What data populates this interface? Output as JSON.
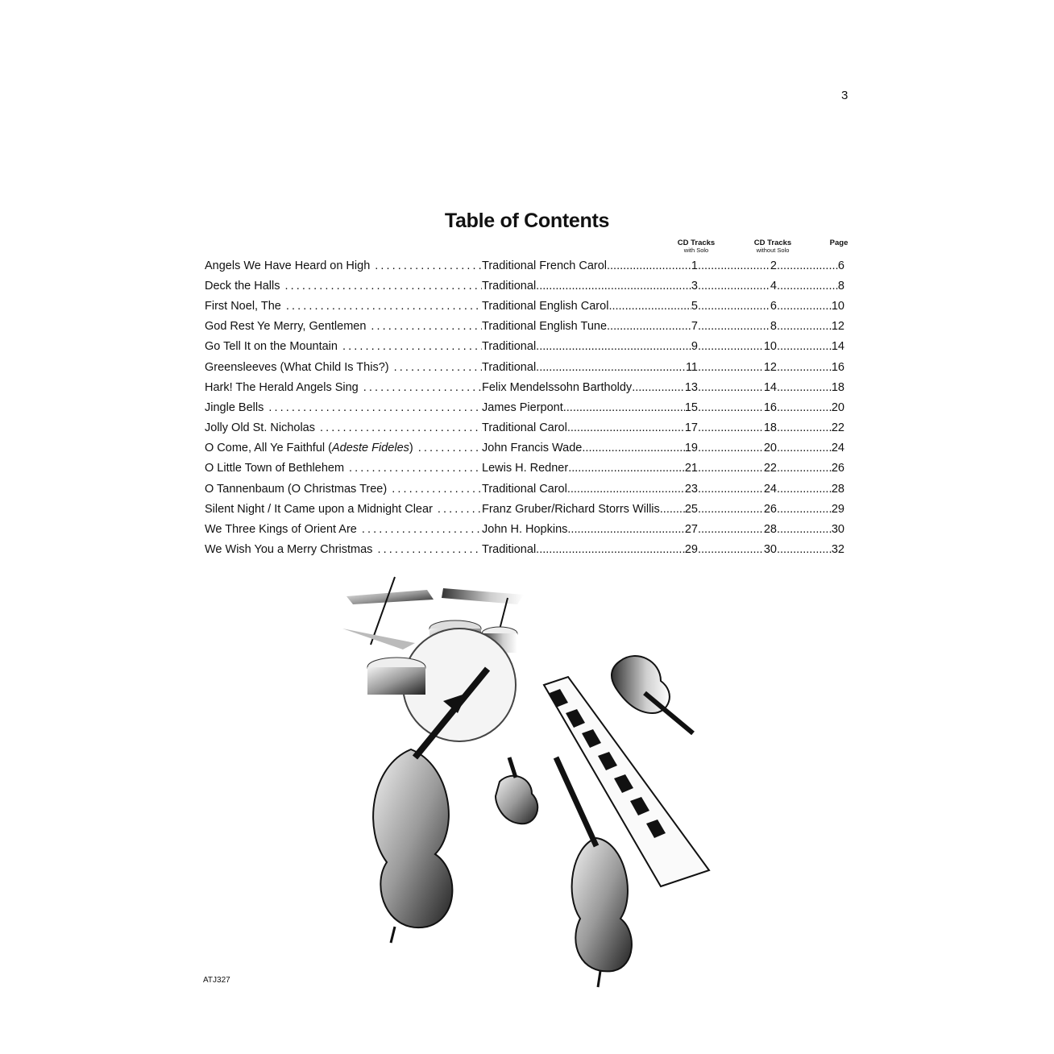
{
  "page_number": "3",
  "title": "Table of Contents",
  "columns": {
    "with_solo": "CD Tracks",
    "with_solo_sub": "with Solo",
    "without_solo": "CD Tracks",
    "without_solo_sub": "without Solo",
    "page": "Page"
  },
  "entries": [
    {
      "title": "Angels We Have Heard on High",
      "composer": "Traditional French Carol",
      "track_with": "1",
      "track_without": "2",
      "page": "6"
    },
    {
      "title": "Deck the Halls",
      "composer": "Traditional",
      "track_with": "3",
      "track_without": "4",
      "page": "8"
    },
    {
      "title": "First Noel, The",
      "composer": "Traditional English Carol",
      "track_with": "5",
      "track_without": "6",
      "page": "10"
    },
    {
      "title": "God Rest Ye Merry, Gentlemen",
      "composer": "Traditional English Tune",
      "track_with": "7",
      "track_without": "8",
      "page": "12"
    },
    {
      "title": "Go Tell It on the Mountain",
      "composer": "Traditional",
      "track_with": "9",
      "track_without": "10",
      "page": "14"
    },
    {
      "title": "Greensleeves (What Child Is This?)",
      "composer": "Traditional",
      "track_with": "11",
      "track_without": "12",
      "page": "16"
    },
    {
      "title": "Hark! The Herald Angels Sing",
      "composer": "Felix Mendelssohn Bartholdy",
      "track_with": "13",
      "track_without": "14",
      "page": "18"
    },
    {
      "title": "Jingle Bells",
      "composer": "James Pierpont",
      "track_with": "15",
      "track_without": "16",
      "page": "20"
    },
    {
      "title": "Jolly Old St. Nicholas",
      "composer": "Traditional Carol",
      "track_with": "17",
      "track_without": "18",
      "page": "22"
    },
    {
      "title": "O Come, All Ye Faithful (",
      "title_italic": "Adeste Fideles",
      "title_after": ")",
      "composer": "John Francis Wade",
      "track_with": "19",
      "track_without": "20",
      "page": "24"
    },
    {
      "title": "O Little Town of Bethlehem",
      "composer": "Lewis H. Redner",
      "track_with": "21",
      "track_without": "22",
      "page": "26"
    },
    {
      "title": "O Tannenbaum (O Christmas Tree)",
      "composer": "Traditional Carol",
      "track_with": "23",
      "track_without": "24",
      "page": "28"
    },
    {
      "title": "Silent Night / It Came upon a Midnight Clear",
      "composer": "Franz Gruber/Richard Storrs Willis",
      "track_with": "25",
      "track_without": "26",
      "page": "29"
    },
    {
      "title": "We Three Kings of Orient Are",
      "composer": "John H. Hopkins",
      "track_with": "27",
      "track_without": "28",
      "page": "30"
    },
    {
      "title": "We Wish You a Merry Christmas",
      "composer": "Traditional",
      "track_with": "29",
      "track_without": "30",
      "page": "32"
    }
  ],
  "catalog_code": "ATJ327"
}
